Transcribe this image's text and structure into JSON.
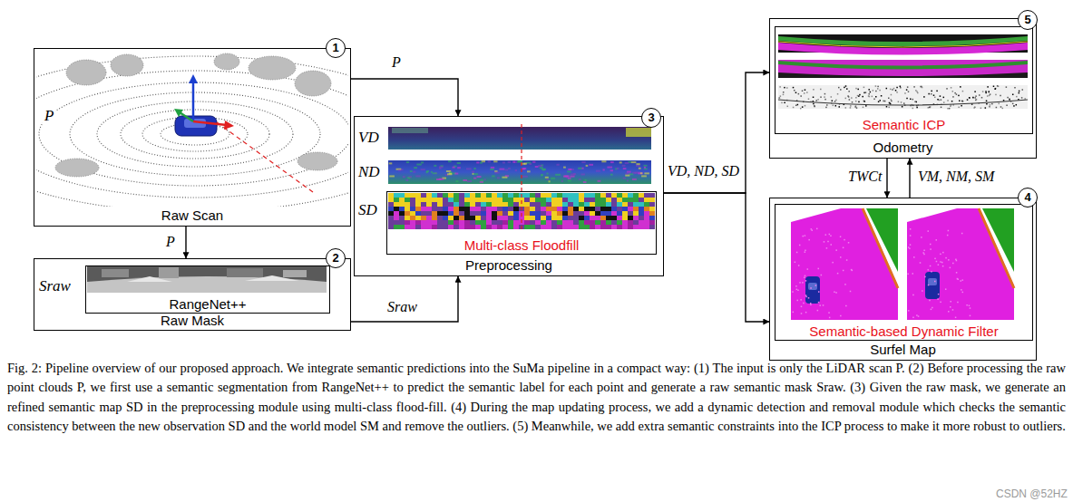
{
  "diagram": {
    "caption": "Fig. 2: Pipeline overview of our proposed approach. We integrate semantic predictions into the SuMa pipeline in a compact way: (1) The input is only the LiDAR scan P. (2) Before processing the raw point clouds P, we first use a semantic segmentation from RangeNet++ to predict the semantic label for each point and generate a raw semantic mask Sraw. (3) Given the raw mask, we generate an refined semantic map SD in the preprocessing module using multi-class flood-fill. (4) During the map updating process, we add a dynamic detection and removal module which checks the semantic consistency between the new observation SD and the world model SM and remove the outliers. (5) Meanwhile, we add extra semantic constraints into the ICP process to make it more robust to outliers.",
    "nodes": [
      {
        "text": [
          "Raw Scan"
        ]
      },
      {
        "text": [
          "Raw Mask"
        ]
      },
      {
        "text": [
          "RangeNet++"
        ],
        "in": 1
      },
      {
        "text": [
          "Preprocessing"
        ]
      },
      {
        "text": [
          "Multi-class Floodfill"
        ],
        "in": 3
      },
      {
        "text": [
          "Odometry"
        ]
      },
      {
        "text": [
          "Semantic ICP"
        ],
        "in": 5
      },
      {
        "text": [
          "Surfel Map"
        ]
      },
      {
        "text": [
          "Semantic-based Dynamic Filter"
        ],
        "in": 7
      }
    ],
    "edges": [
      {
        "from": 0,
        "to": 3,
        "label": "P",
        "arrow": "to"
      },
      {
        "from": 0,
        "to": 1,
        "label": "P",
        "arrow": "to"
      },
      {
        "from": 1,
        "to": 3,
        "label": "Sraw",
        "arrow": "to"
      },
      {
        "from": 3,
        "to": 5,
        "label": "VD, ND, SD",
        "arrow": "to"
      },
      {
        "from": 3,
        "to": 7,
        "arrow": "to"
      },
      {
        "from": 5,
        "to": 7,
        "label": "TWCt",
        "arrow": "to"
      },
      {
        "from": 7,
        "to": 5,
        "label": "VM, NM, SM",
        "arrow": "to"
      }
    ],
    "labels": [
      "1",
      "P",
      "2",
      "Sraw",
      "3",
      "VD",
      "ND",
      "SD",
      "5",
      "4",
      "CSDN @52HZ"
    ]
  }
}
